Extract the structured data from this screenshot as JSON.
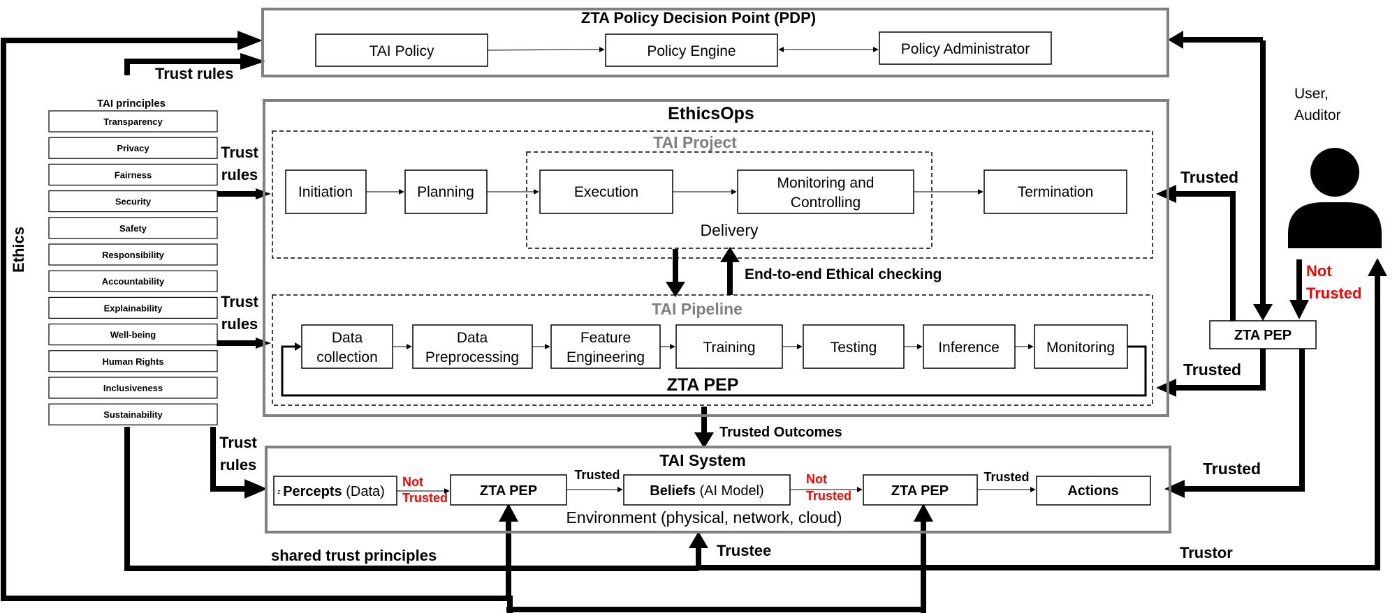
{
  "pdp": {
    "title": "ZTA Policy Decision Point (PDP)",
    "tai_policy": "TAI Policy",
    "policy_engine": "Policy Engine",
    "policy_administrator": "Policy Administrator"
  },
  "left_panel": {
    "ethics_label": "Ethics",
    "trust_rules_top": "Trust rules",
    "principles_title": "TAI principles",
    "principles": [
      "Transparency",
      "Privacy",
      "Fairness",
      "Security",
      "Safety",
      "Responsibility",
      "Accountability",
      "Explainability",
      "Well-being",
      "Human Rights",
      "Inclusiveness",
      "Sustainability"
    ],
    "trust_rules_1": [
      "Trust",
      "rules"
    ],
    "trust_rules_2": [
      "Trust",
      "rules"
    ],
    "trust_rules_3": [
      "Trust",
      "rules"
    ]
  },
  "ethicsops": {
    "title": "EthicsOps",
    "project_title": "TAI Project",
    "initiation": "Initiation",
    "planning": "Planning",
    "execution": "Execution",
    "monitoring_controlling": [
      "Monitoring and",
      "Controlling"
    ],
    "termination": "Termination",
    "delivery": "Delivery",
    "e2e_checking": "End-to-end Ethical checking",
    "pipeline_title": "TAI Pipeline",
    "data_collection": [
      "Data",
      "collection"
    ],
    "data_preprocessing": [
      "Data",
      "Preprocessing"
    ],
    "feature_engineering": [
      "Feature",
      "Engineering"
    ],
    "training": "Training",
    "testing": "Testing",
    "inference": "Inference",
    "monitoring": "Monitoring",
    "zta_pep": "ZTA PEP"
  },
  "trusted_outcomes": "Trusted Outcomes",
  "tai_system": {
    "title": "TAI System",
    "percepts_mark": "z",
    "percepts_bold": "Percepts",
    "percepts_rest": " (Data)",
    "not_trusted_1": [
      "Not",
      "Trusted"
    ],
    "zta_pep_1": "ZTA PEP",
    "trusted_1": "Trusted",
    "beliefs_bold": "Beliefs",
    "beliefs_rest": " (AI Model)",
    "not_trusted_2": [
      "Not",
      "Trusted"
    ],
    "zta_pep_2": "ZTA PEP",
    "trusted_2": "Trusted",
    "actions": "Actions",
    "environment": "Environment (physical, network, cloud)"
  },
  "bottom": {
    "shared_trust_principles": "shared trust principles",
    "trustee": "Trustee",
    "trustor": "Trustor"
  },
  "right_panel": {
    "user_label": [
      "User,",
      "Auditor"
    ],
    "not_trusted": [
      "Not",
      "Trusted"
    ],
    "zta_pep": "ZTA PEP",
    "trusted_project": "Trusted",
    "trusted_pipeline": "Trusted",
    "trusted_system": "Trusted"
  },
  "colors": {
    "frame_gray": "#808080",
    "title_gray": "#808080",
    "not_trusted_red": "#ff0000",
    "line_black": "#000000"
  }
}
